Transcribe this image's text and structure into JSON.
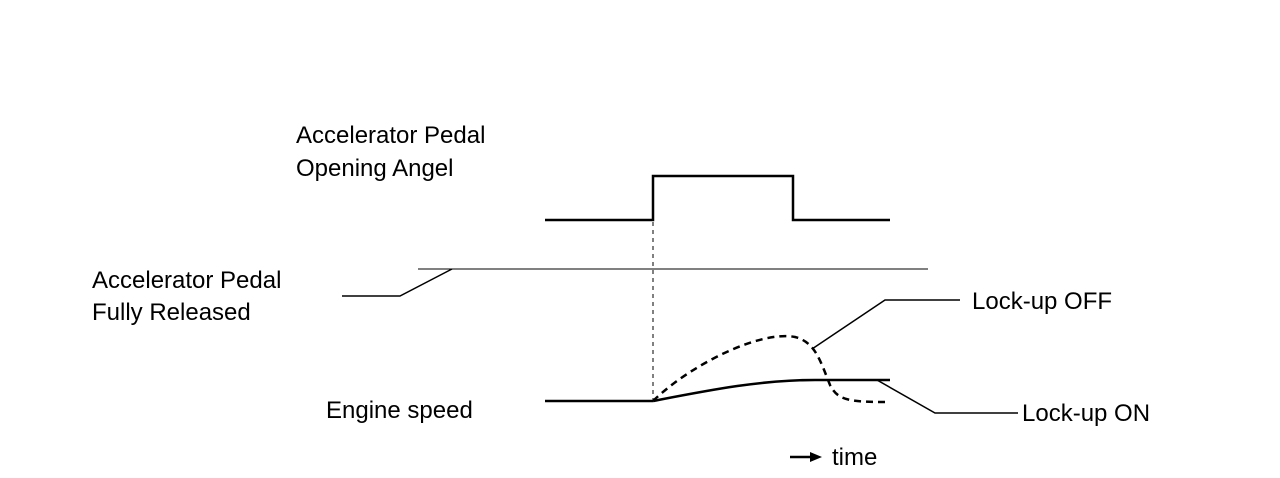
{
  "labels": {
    "pedal_angle_line1": "Accelerator Pedal",
    "pedal_angle_line2": "Opening Angel",
    "released_line1": "Accelerator Pedal",
    "released_line2": "Fully Released",
    "engine_speed": "Engine speed",
    "lockup_off": "Lock-up OFF",
    "lockup_on": "Lock-up ON",
    "time": "time"
  },
  "colors": {
    "ink": "#000000",
    "background": "#ffffff"
  }
}
